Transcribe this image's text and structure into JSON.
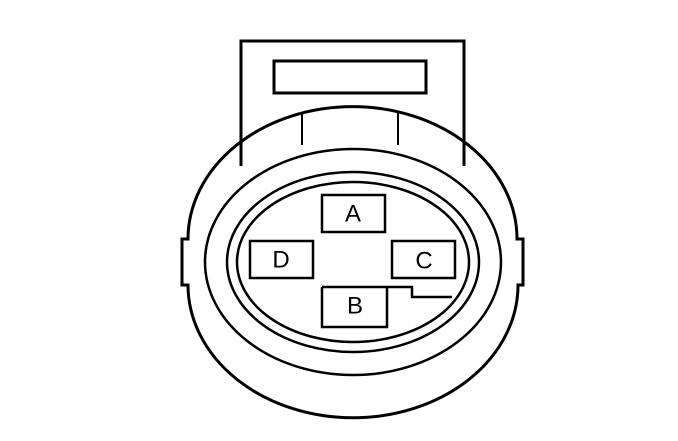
{
  "diagram": {
    "colors": {
      "stroke": "#000000",
      "background": "#ffffff"
    },
    "pins": {
      "a": {
        "label": "A"
      },
      "b": {
        "label": "B"
      },
      "c": {
        "label": "C"
      },
      "d": {
        "label": "D"
      }
    }
  }
}
